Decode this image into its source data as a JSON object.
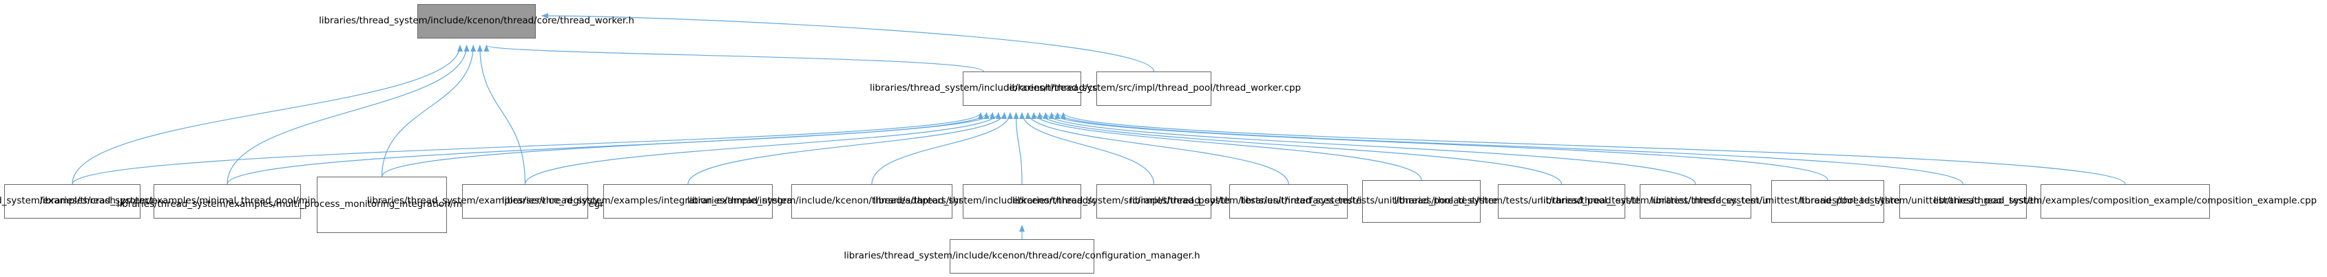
{
  "diagram": {
    "type": "include-dependency-graph",
    "edge_color": "#63a8e0",
    "root_fill": "#999999",
    "node_border": "#666666",
    "nodes": [
      {
        "id": "thread_worker_h",
        "root": true,
        "lines": [
          "libraries/thread_system",
          "/include/kcenon/thread",
          "/core/thread_worker.h"
        ]
      },
      {
        "id": "thread_pool_h",
        "lines": [
          "libraries/thread_system",
          "/include/kcenon/thread",
          "/core/thread_pool.h"
        ]
      },
      {
        "id": "thread_worker_cpp",
        "lines": [
          "libraries/thread_system",
          "/src/impl/thread_pool",
          "/thread_worker.cpp"
        ]
      },
      {
        "id": "crash_protection_main",
        "lines": [
          "libraries/thread_system",
          "/examples/crash_protection",
          "/main.cpp"
        ]
      },
      {
        "id": "minimal_thread_pool",
        "lines": [
          "libraries/thread_system",
          "/examples/minimal_thread",
          "_pool/minimal_thread_pool.cpp"
        ]
      },
      {
        "id": "multi_process_monitoring",
        "lines": [
          "libraries/thread_system",
          "/examples/multi_process",
          "_monitoring_integration",
          "/multi_process_monitoring",
          "_integration.cpp"
        ]
      },
      {
        "id": "service_registry_main",
        "lines": [
          "libraries/thread_system",
          "/examples/service_registry",
          "_sample/main.cpp"
        ]
      },
      {
        "id": "integration_example",
        "lines": [
          "libraries/thread_system",
          "/examples/integration",
          "_example/integration_example.cpp"
        ]
      },
      {
        "id": "thread_pool_executor",
        "lines": [
          "libraries/thread_system",
          "/include/kcenon/thread",
          "/adapters/thread_pool_executor.h"
        ]
      },
      {
        "id": "event_bus_h",
        "lines": [
          "libraries/thread_system",
          "/include/kcenon/thread",
          "/core/event_bus.h"
        ]
      },
      {
        "id": "thread_pool_cpp",
        "lines": [
          "libraries/thread_system",
          "/src/impl/thread_pool",
          "/thread_pool.cpp"
        ]
      },
      {
        "id": "interfaces_test_unit",
        "lines": [
          "libraries/thread_system",
          "/tests/unit/interfaces",
          "_test/interfaces_test.cpp"
        ]
      },
      {
        "id": "thread_pool_error_test_unit",
        "lines": [
          "libraries/thread_system",
          "/tests/unit/thread_pool",
          "_test/thread_pool_error",
          "_test.cpp"
        ]
      },
      {
        "id": "thread_pool_test_unit",
        "lines": [
          "libraries/thread_system",
          "/tests/unit/thread_pool",
          "_test/thread_pool_test.cpp"
        ]
      },
      {
        "id": "interfaces_test_unittest",
        "lines": [
          "libraries/thread_system",
          "/unittest/interfaces_test",
          "/interfaces_test.cpp"
        ]
      },
      {
        "id": "thread_pool_error_test_unittest",
        "lines": [
          "libraries/thread_system",
          "/unittest/thread_pool",
          "_test/thread_pool_error",
          "_test.cpp"
        ]
      },
      {
        "id": "thread_pool_test_unittest",
        "lines": [
          "libraries/thread_system",
          "/unittest/thread_pool",
          "_test/thread_pool_test.cpp"
        ]
      },
      {
        "id": "composition_example",
        "lines": [
          "libraries/thread_system",
          "/examples/composition",
          "_example/composition_example.cpp"
        ]
      },
      {
        "id": "configuration_manager_h",
        "lines": [
          "libraries/thread_system",
          "/include/kcenon/thread",
          "/core/configuration_manager.h"
        ]
      }
    ],
    "edges": [
      {
        "from": "crash_protection_main",
        "to": "thread_worker_h"
      },
      {
        "from": "minimal_thread_pool",
        "to": "thread_worker_h"
      },
      {
        "from": "multi_process_monitoring",
        "to": "thread_worker_h"
      },
      {
        "from": "service_registry_main",
        "to": "thread_worker_h"
      },
      {
        "from": "thread_pool_h",
        "to": "thread_worker_h"
      },
      {
        "from": "thread_worker_cpp",
        "to": "thread_worker_h"
      },
      {
        "from": "crash_protection_main",
        "to": "thread_pool_h"
      },
      {
        "from": "minimal_thread_pool",
        "to": "thread_pool_h"
      },
      {
        "from": "multi_process_monitoring",
        "to": "thread_pool_h"
      },
      {
        "from": "service_registry_main",
        "to": "thread_pool_h"
      },
      {
        "from": "integration_example",
        "to": "thread_pool_h"
      },
      {
        "from": "thread_pool_executor",
        "to": "thread_pool_h"
      },
      {
        "from": "event_bus_h",
        "to": "thread_pool_h"
      },
      {
        "from": "thread_pool_cpp",
        "to": "thread_pool_h"
      },
      {
        "from": "interfaces_test_unit",
        "to": "thread_pool_h"
      },
      {
        "from": "thread_pool_error_test_unit",
        "to": "thread_pool_h"
      },
      {
        "from": "thread_pool_test_unit",
        "to": "thread_pool_h"
      },
      {
        "from": "interfaces_test_unittest",
        "to": "thread_pool_h"
      },
      {
        "from": "thread_pool_error_test_unittest",
        "to": "thread_pool_h"
      },
      {
        "from": "thread_pool_test_unittest",
        "to": "thread_pool_h"
      },
      {
        "from": "composition_example",
        "to": "thread_pool_h"
      },
      {
        "from": "configuration_manager_h",
        "to": "event_bus_h"
      }
    ]
  }
}
